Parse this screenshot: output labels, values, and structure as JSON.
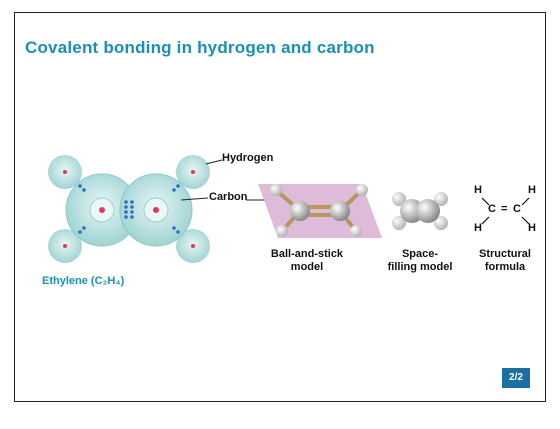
{
  "title": "Covalent bonding in hydrogen and carbon",
  "labels": {
    "hydrogen": "Hydrogen",
    "carbon": "Carbon",
    "ethylene": "Ethylene (C₂H₄)",
    "ball_and_stick": [
      "Ball-and-stick",
      "model"
    ],
    "space_filling": [
      "Space-",
      "filling model"
    ],
    "structural": [
      "Structural",
      "formula"
    ]
  },
  "structural_formula": {
    "atoms": [
      "H",
      "H",
      "C",
      "C",
      "H",
      "H"
    ],
    "bond": "="
  },
  "footer": {
    "slide_number": "2/2"
  },
  "colors": {
    "title": "#1a8fb8",
    "shell": "#bfe3e3",
    "plane": "#dcb4d6",
    "badge": "#1b6fa3"
  }
}
